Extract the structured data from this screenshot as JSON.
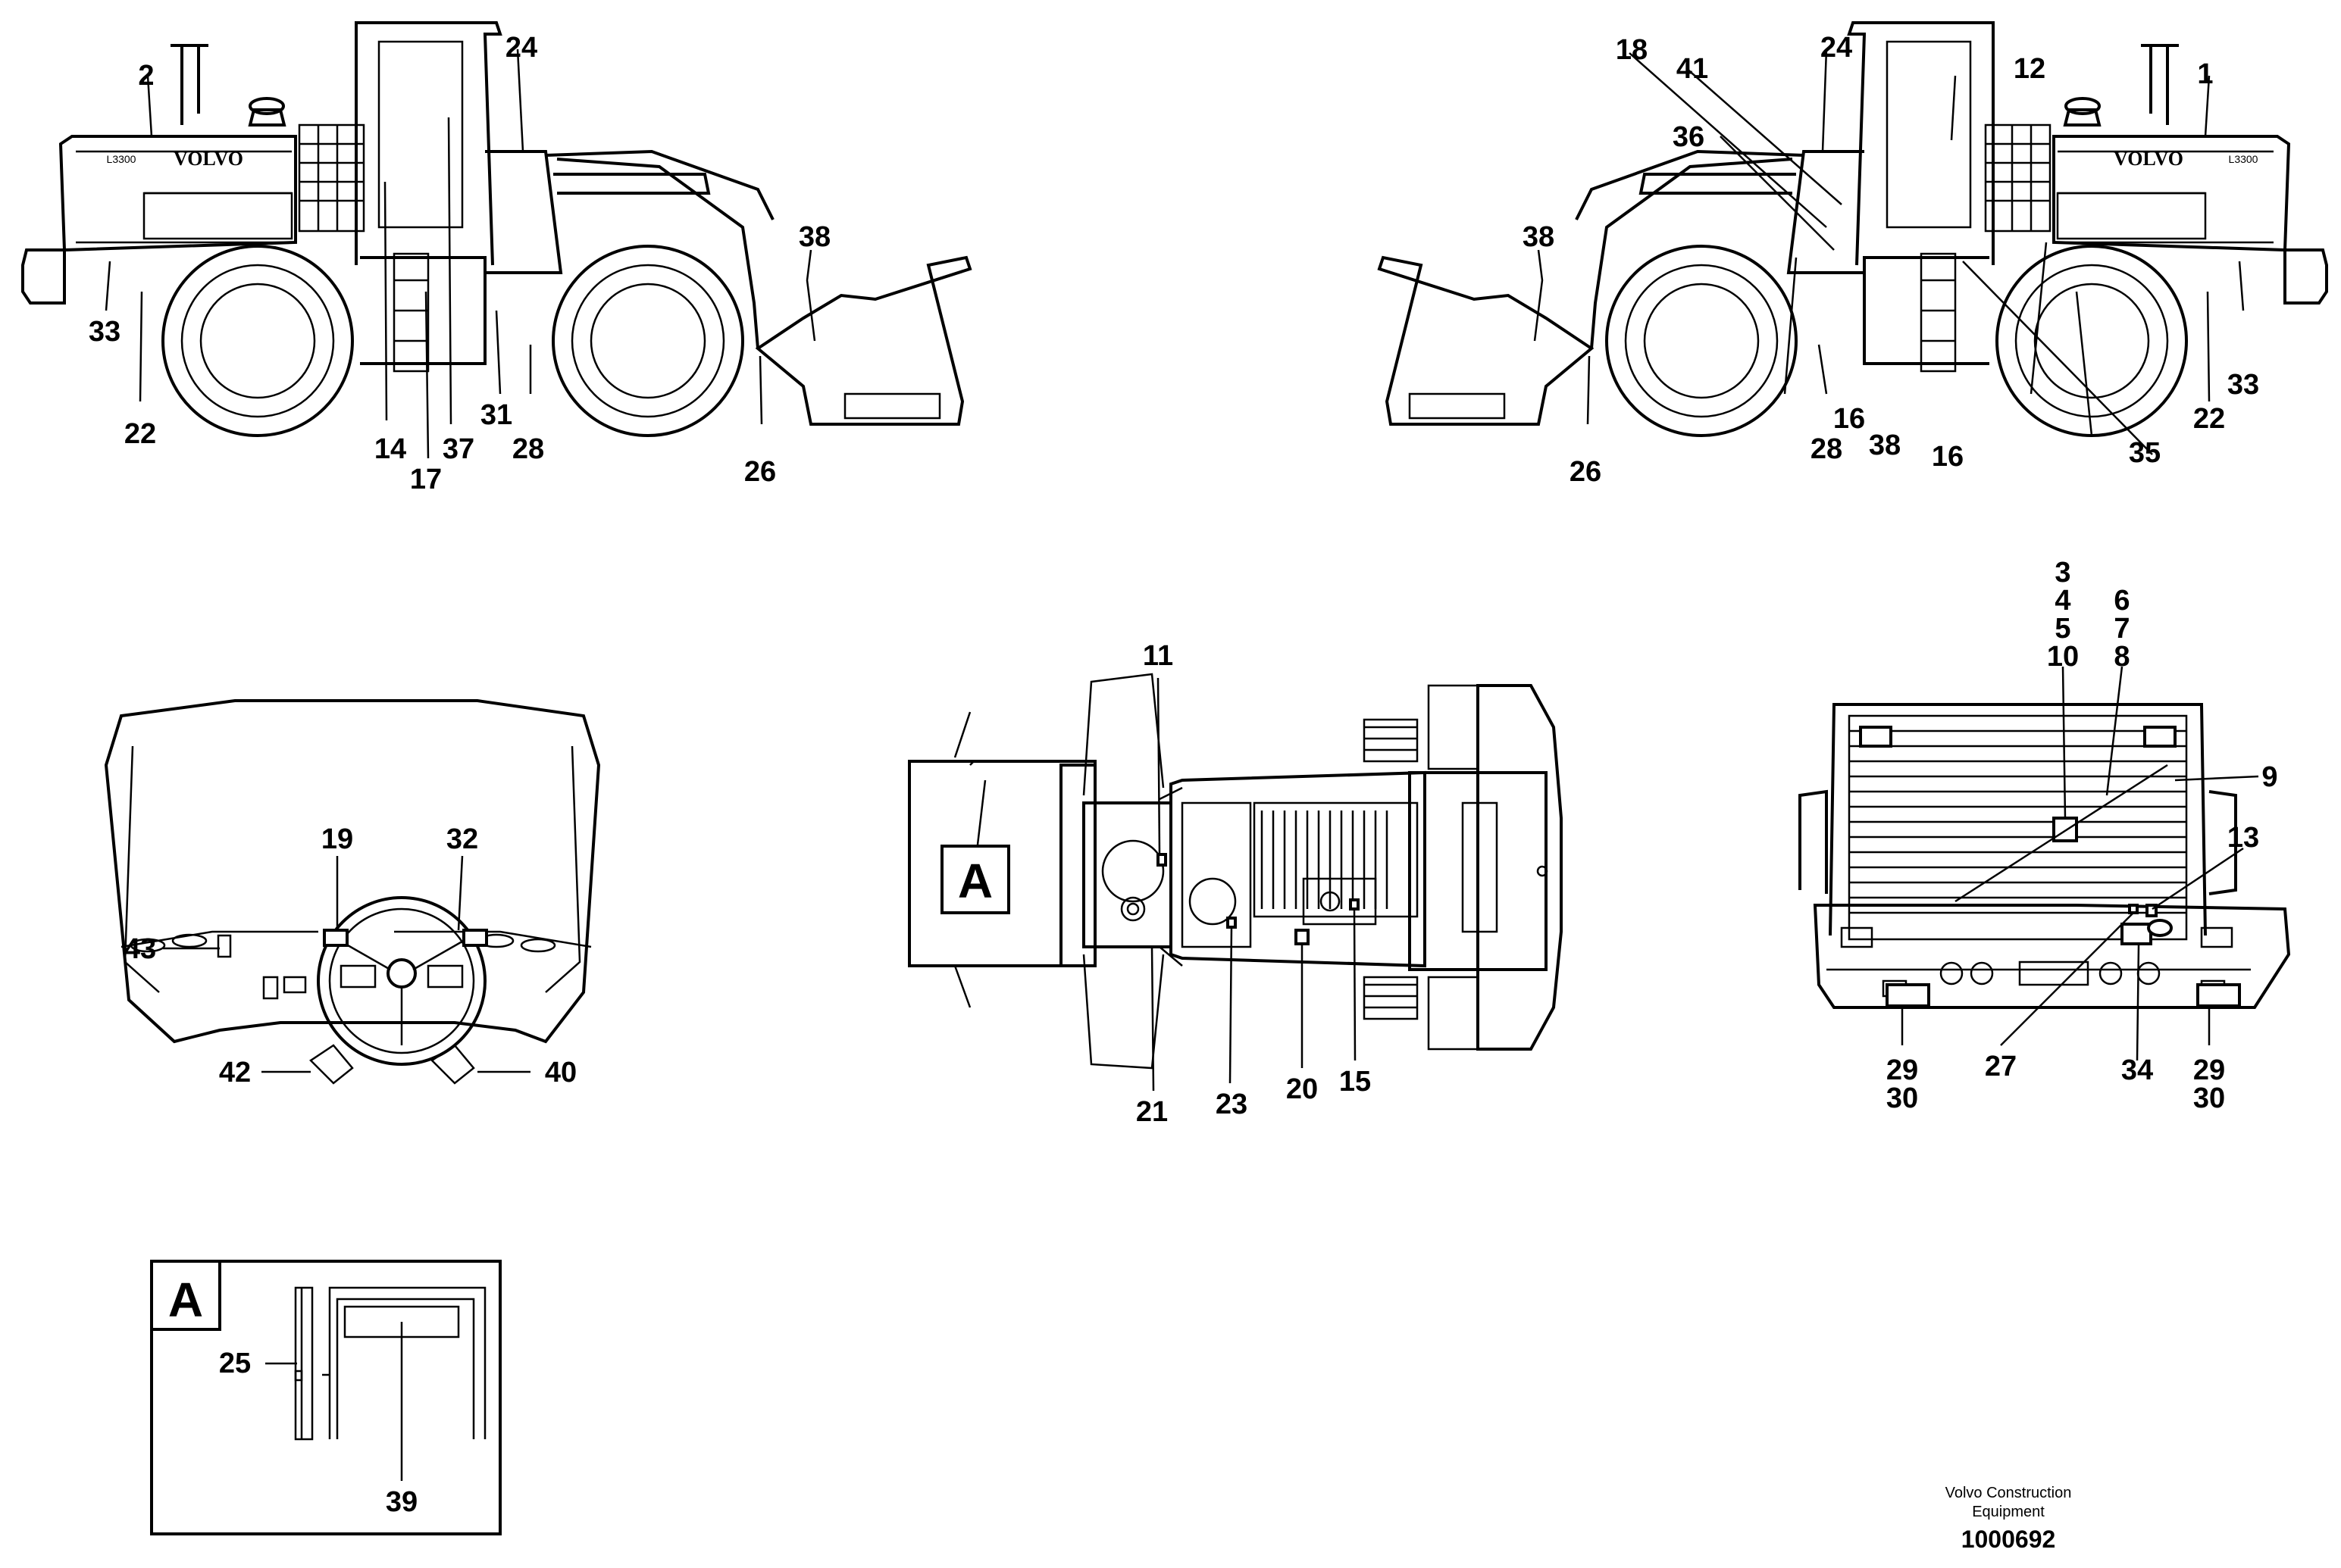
{
  "figure": {
    "callouts": {
      "n1": "1",
      "n2": "2",
      "n3": "3",
      "n4": "4",
      "n5": "5",
      "n6": "6",
      "n7": "7",
      "n8": "8",
      "n9": "9",
      "n10": "10",
      "n11": "11",
      "n12": "12",
      "n13": "13",
      "n14": "14",
      "n15": "15",
      "n16": "16",
      "n17": "17",
      "n18": "18",
      "n19": "19",
      "n20": "20",
      "n21": "21",
      "n22": "22",
      "n23": "23",
      "n24": "24",
      "n25": "25",
      "n26": "26",
      "n27": "27",
      "n28": "28",
      "n29": "29",
      "n30": "30",
      "n31": "31",
      "n32": "32",
      "n33": "33",
      "n34": "34",
      "n35": "35",
      "n36": "36",
      "n37": "37",
      "n38": "38",
      "n39": "39",
      "n40": "40",
      "n41": "41",
      "n42": "42",
      "n43": "43"
    },
    "view_marker": "A",
    "decal_brand": "VOLVO",
    "model_badge": "L3300"
  },
  "footer": {
    "brand_line1": "Volvo Construction",
    "brand_line2": "Equipment",
    "doc_number": "1000692"
  }
}
